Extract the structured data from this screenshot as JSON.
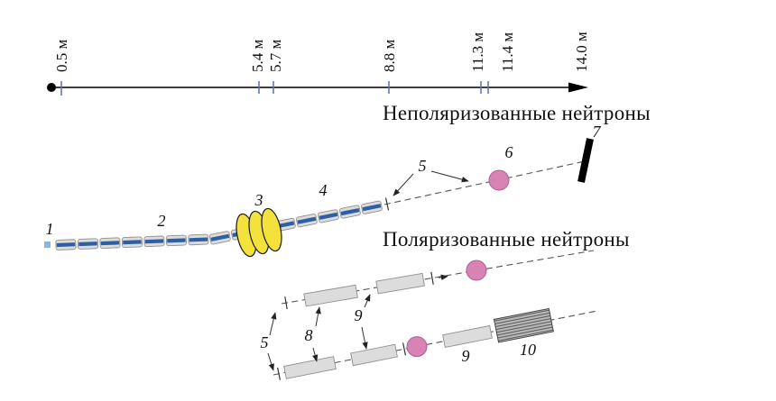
{
  "figure": {
    "scale_ticks": [
      "0.5 м",
      "5.4 м",
      "5.7 м",
      "8.8 м",
      "11.3 м",
      "11.4 м",
      "14.0 м"
    ],
    "beam_labels": {
      "unpolarized": "Неполяризованные нейтроны",
      "polarized": "Поляризованные нейтроны"
    },
    "component_labels": {
      "n1": "1",
      "n2": "2",
      "n3": "3",
      "n4": "4",
      "n5_top": "5",
      "n6": "6",
      "n7": "7",
      "n5_bottom": "5",
      "n8": "8",
      "n9_mid": "9",
      "n9_bottom": "9",
      "n10": "10"
    },
    "colors": {
      "guide_stripe": "#2e5fa3",
      "coil_fill": "#f3e23b",
      "monitor_fill": "#d883b4",
      "monitor_stroke": "#b05d92",
      "detector": "#000000"
    }
  }
}
